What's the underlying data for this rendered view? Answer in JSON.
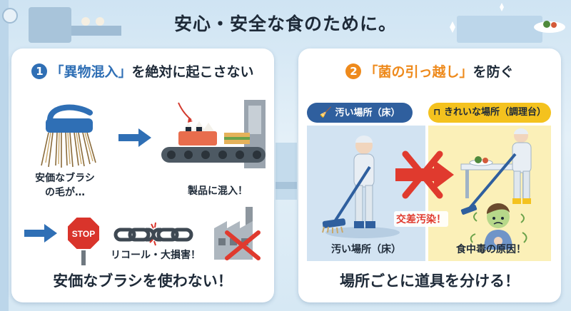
{
  "header": {
    "title": "安心・安全な食のために。"
  },
  "left_panel": {
    "number": "1",
    "title_highlight": "「異物混入」",
    "title_rest": "を絶対に起こさない",
    "caption_brush": "安価なブラシ\nの毛が…",
    "caption_product": "製品に混入！",
    "stop_sign_text": "STOP",
    "caption_recall": "リコール・大損害！",
    "bottom_text": "安価なブラシを使わない！"
  },
  "right_panel": {
    "number": "2",
    "title_highlight": "「菌の引っ越し」",
    "title_rest": "を防ぐ",
    "dirty_label": "汚い場所（床）",
    "clean_label": "きれいな場所（調理台）",
    "cross_contamination": "交差汚染！",
    "caption_dirty": "汚い場所（床）",
    "caption_poison": "食中毒の原因！",
    "bottom_text": "場所ごとに道具を分ける！"
  },
  "colors": {
    "blue": "#2f6fb5",
    "orange": "#ee8a1c",
    "red": "#e03a2e",
    "yellow": "#f4c21e",
    "navy": "#2f5f9e"
  },
  "icons": [
    "brush-icon",
    "arrow-icon",
    "conveyor-icon",
    "stop-sign-icon",
    "broken-chain-icon",
    "factory-icon",
    "broom-icon",
    "table-icon",
    "worker-icon",
    "red-cross-icon",
    "sick-child-icon"
  ]
}
